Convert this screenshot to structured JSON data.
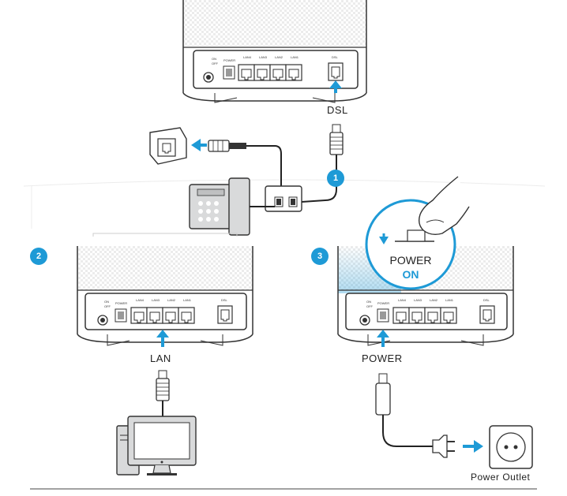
{
  "labels": {
    "dsl": "DSL",
    "lan": "LAN",
    "power": "POWER",
    "power_outlet": "Power Outlet",
    "power_switch_power": "POWER",
    "power_switch_on": "ON"
  },
  "steps": [
    "1",
    "2",
    "3"
  ],
  "panel": {
    "on": "ON",
    "off": "OFF",
    "power": "POWER",
    "lan4": "LAN4",
    "lan3": "LAN3",
    "lan2": "LAN2",
    "lan1": "LAN1",
    "dsl": "DSL"
  },
  "colors": {
    "accent": "#1e9ad6",
    "line": "#222222",
    "device_fill": "#ffffff",
    "phone_fill": "#d9dadb"
  }
}
